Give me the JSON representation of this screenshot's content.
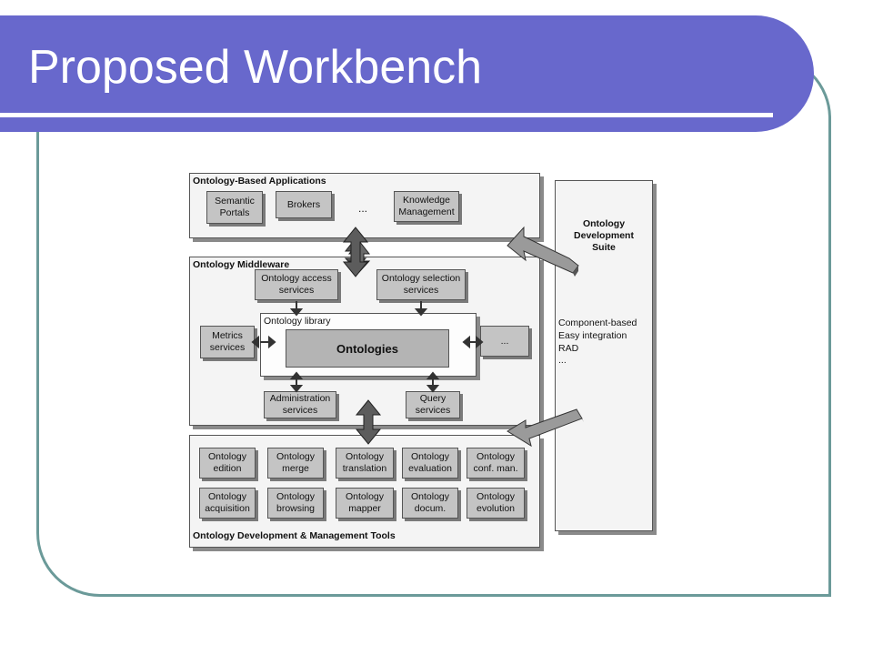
{
  "slide": {
    "title": "Proposed Workbench"
  },
  "diagram": {
    "applications": {
      "label": "Ontology-Based Applications",
      "items": [
        "Semantic Portals",
        "Brokers",
        "Knowledge Management"
      ],
      "more": "..."
    },
    "middleware": {
      "label": "Ontology Middleware",
      "access": "Ontology access services",
      "selection": "Ontology selection services",
      "library_label": "Ontology library",
      "ontologies": "Ontologies",
      "metrics": "Metrics services",
      "more": "...",
      "administration": "Administration services",
      "query": "Query services"
    },
    "tools": {
      "label": "Ontology Development & Management Tools",
      "row1": [
        "Ontology edition",
        "Ontology merge",
        "Ontology translation",
        "Ontology evaluation",
        "Ontology conf. man."
      ],
      "row2": [
        "Ontology acquisition",
        "Ontology browsing",
        "Ontology mapper",
        "Ontology docum.",
        "Ontology evolution"
      ]
    },
    "suite": {
      "title": "Ontology Development Suite",
      "features": [
        "Component-based",
        "Easy integration",
        "RAD",
        "..."
      ]
    }
  },
  "colors": {
    "title_bar": "#6868cc",
    "frame_border": "#6b9a99",
    "box_fill": "#c4c4c4"
  }
}
